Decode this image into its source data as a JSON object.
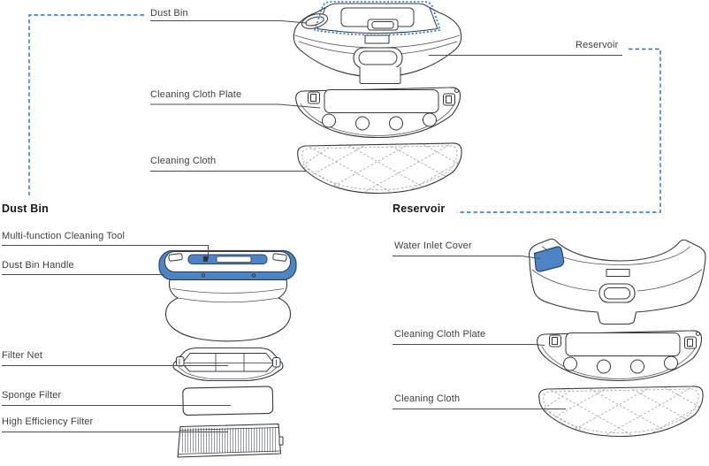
{
  "colors": {
    "accent_blue": "#2272c6",
    "part_blue_fill": "#4d84c6",
    "part_blue_stroke": "#23486e",
    "line_art": "#34383c",
    "label_text": "#3d3f42",
    "heading_text": "#16181a"
  },
  "top_view": {
    "labels": {
      "dust_bin": "Dust Bin",
      "reservoir": "Reservoir",
      "cleaning_cloth_plate": "Cleaning Cloth Plate",
      "cleaning_cloth": "Cleaning Cloth"
    }
  },
  "dust_bin_section": {
    "heading": "Dust Bin",
    "labels": {
      "multi_function_cleaning_tool": "Multi-function Cleaning Tool",
      "dust_bin_handle": "Dust Bin Handle",
      "filter_net": "Filter Net",
      "sponge_filter": "Sponge Filter",
      "high_efficiency_filter": "High Efficiency Filter"
    }
  },
  "reservoir_section": {
    "heading": "Reservoir",
    "labels": {
      "water_inlet_cover": "Water Inlet Cover",
      "cleaning_cloth_plate": "Cleaning Cloth Plate",
      "cleaning_cloth": "Cleaning Cloth"
    }
  }
}
